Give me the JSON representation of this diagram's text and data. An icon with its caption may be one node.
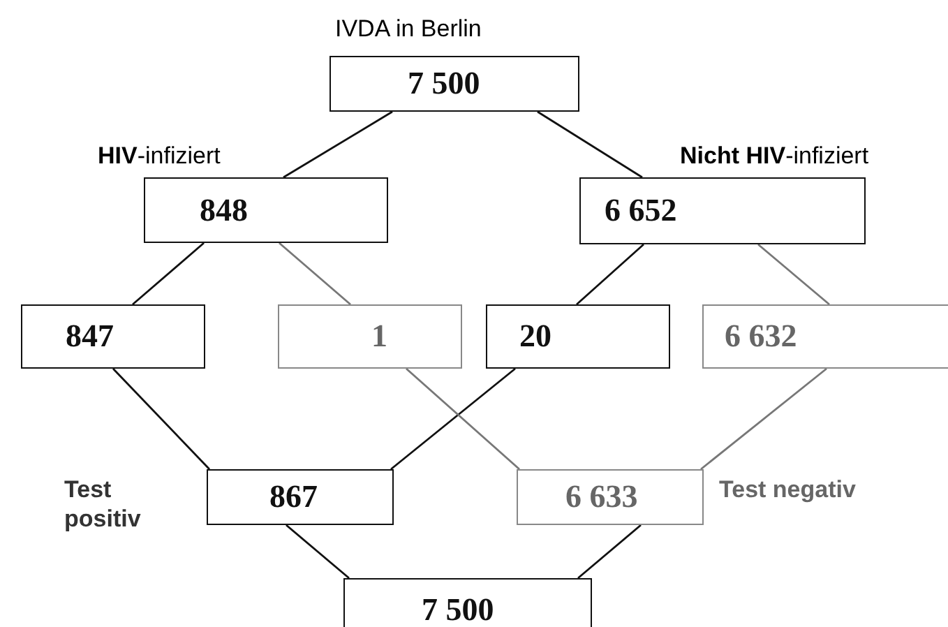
{
  "diagram": {
    "nodes": [
      {
        "text": [
          "7 500"
        ],
        "beside": [
          "IVDA in Berlin"
        ]
      },
      {
        "text": [
          "848"
        ],
        "beside": [
          "**HIV**-infiziert"
        ]
      },
      {
        "text": [
          "6 652"
        ],
        "beside": [
          "**Nicht HIV**-infiziert"
        ]
      },
      {
        "text": [
          "847"
        ]
      },
      {
        "text": [
          "1"
        ]
      },
      {
        "text": [
          "20"
        ]
      },
      {
        "text": [
          "6 632"
        ]
      },
      {
        "text": [
          "867"
        ],
        "beside": [
          "Test positiv"
        ]
      },
      {
        "text": [
          "6 633"
        ],
        "beside": [
          "Test negativ"
        ]
      },
      {
        "text": [
          "7 500"
        ]
      }
    ],
    "edges": [
      {
        "from": 0,
        "to": 1,
        "arrow": "none"
      },
      {
        "from": 0,
        "to": 2,
        "arrow": "none"
      },
      {
        "from": 1,
        "to": 3,
        "arrow": "none"
      },
      {
        "from": 1,
        "to": 4,
        "arrow": "none",
        "color": "#777777"
      },
      {
        "from": 2,
        "to": 5,
        "arrow": "none"
      },
      {
        "from": 2,
        "to": 6,
        "arrow": "none",
        "color": "#777777"
      },
      {
        "from": 3,
        "to": 7,
        "arrow": "none"
      },
      {
        "from": 5,
        "to": 7,
        "arrow": "none"
      },
      {
        "from": 4,
        "to": 8,
        "arrow": "none",
        "color": "#777777"
      },
      {
        "from": 6,
        "to": 8,
        "arrow": "none",
        "color": "#777777"
      },
      {
        "from": 7,
        "to": 9,
        "arrow": "none"
      },
      {
        "from": 8,
        "to": 9,
        "arrow": "none"
      }
    ]
  }
}
